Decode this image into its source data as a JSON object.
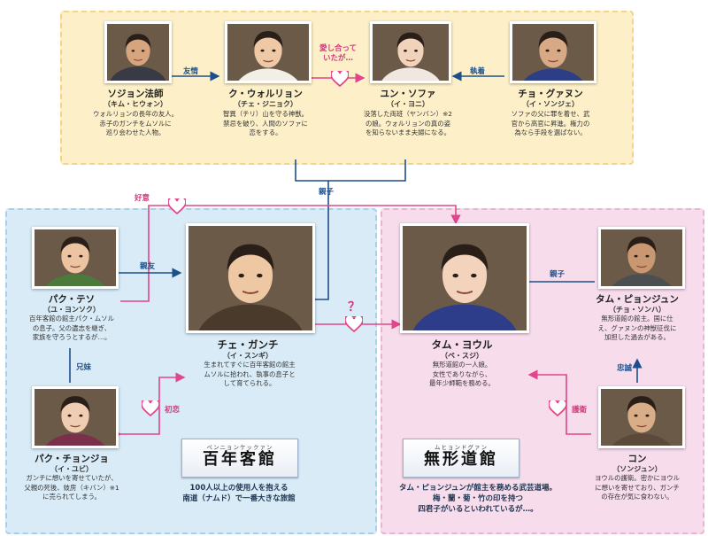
{
  "characters": {
    "sojeon": {
      "name": "ソジョン法師",
      "actor": "（キム・ヒウォン）",
      "desc": [
        "ウォルリョンの長年の友人。",
        "赤子のガンチをムソルに",
        "巡り会わせた人物。"
      ],
      "shirt": "#3a3a44",
      "skin": "#d6a57e"
    },
    "wolryeon": {
      "name": "ク・ウォルリョン",
      "actor": "（チェ・ジニョク）",
      "desc": [
        "智異（チリ）山を守る神獣。",
        "禁忌を破り、人間のソファに",
        "恋をする。"
      ],
      "shirt": "#f2efe6",
      "skin": "#efc9a6"
    },
    "sohwa": {
      "name": "ユン・ソファ",
      "actor": "（イ・ヨニ）",
      "desc": [
        "没落した両班（ヤンバン）※2",
        "の娘。ウォルリョンの真の姿",
        "を知らないまま夫婦になる。"
      ],
      "shirt": "#efe7e0",
      "skin": "#f1d2bb"
    },
    "gwanung": {
      "name": "チョ・グァヌン",
      "actor": "（イ・ソンジェ）",
      "desc": [
        "ソファの父に罪を着せ、武",
        "官から高官に昇進。権力の",
        "為なら手段を選ばない。"
      ],
      "shirt": "#2c3f86",
      "skin": "#d7a985"
    },
    "taeseo": {
      "name": "パク・テソ",
      "actor": "（ユ・ヨンソク）",
      "desc": [
        "百年客館の館主パク・ムソル",
        "の息子。父の遺志を継ぎ、",
        "家族を守ろうとするが…。"
      ],
      "shirt": "#4c7a3c",
      "skin": "#ecc4a1"
    },
    "ganchi": {
      "name": "チェ・ガンチ",
      "actor": "（イ・スンギ）",
      "desc": [
        "生まれてすぐに百年客館の館主",
        "ムソルに拾われ、執事の息子と",
        "して育てられる。"
      ],
      "shirt": "#4a3a2c",
      "skin": "#eec7a3"
    },
    "cheongjo": {
      "name": "パク・チョンジョ",
      "actor": "（イ・ユビ）",
      "desc": [
        "ガンチに想いを寄せていたが、",
        "父親の死後、妓房（キバン）※1",
        "に売られてしまう。"
      ],
      "shirt": "#7a2f4a",
      "skin": "#f0ccb2"
    },
    "yeoul": {
      "name": "タム・ヨウル",
      "actor": "（ペ・スジ）",
      "desc": [
        "無形道館の一人娘。",
        "女性でありながら、",
        "最年少師範を務める。"
      ],
      "shirt": "#2d3d8a",
      "skin": "#f3d3bc"
    },
    "pyeongjun": {
      "name": "タム・ピョンジュン",
      "actor": "（チョ・ソンハ）",
      "desc": [
        "無形道館の館主。国に仕",
        "え、グァヌンの神獣征伐に",
        "加担した過去がある。"
      ],
      "shirt": "#4b4f52",
      "skin": "#c99872"
    },
    "kon": {
      "name": "コン",
      "actor": "（ソンジュン）",
      "desc": [
        "ヨウルの護衛。密かにヨウル",
        "に想いを寄せており、ガンチ",
        "の存在が気に食わない。"
      ],
      "shirt": "#5b4a3a",
      "skin": "#d9ad88"
    }
  },
  "relations": {
    "yujou": "友情",
    "aishiatte": [
      "愛し合って",
      "いたが…"
    ],
    "shuuchaku": "執着",
    "oyako_top": "親子",
    "kooi": "好意",
    "shinyuu": "親友",
    "kyoudai": "兄妹",
    "hatsukoi": "初恋",
    "question": "？",
    "oyako_right": "親子",
    "chuusei": "忠誠",
    "goei": "護衛"
  },
  "venues": {
    "hyakunen": {
      "ruby": "ペンニョンケックァン",
      "name": "百年客館",
      "desc": [
        "100人以上の使用人を抱える",
        "南道（ナムド）で一番大きな旅館"
      ]
    },
    "muhyeong": {
      "ruby": "ムヒョンドグァン",
      "name": "無形道館",
      "desc": [
        "タム・ピョンジュンが館主を務める武芸道場。",
        "梅・蘭・菊・竹の印を持つ",
        "四君子がいるといわれているが…。"
      ]
    }
  },
  "colors": {
    "blue": "#1d4f8a",
    "pink": "#e0468b",
    "top_panel": "#fdf0c8",
    "left_panel": "#d8ebf7",
    "right_panel": "#f7dcec"
  }
}
